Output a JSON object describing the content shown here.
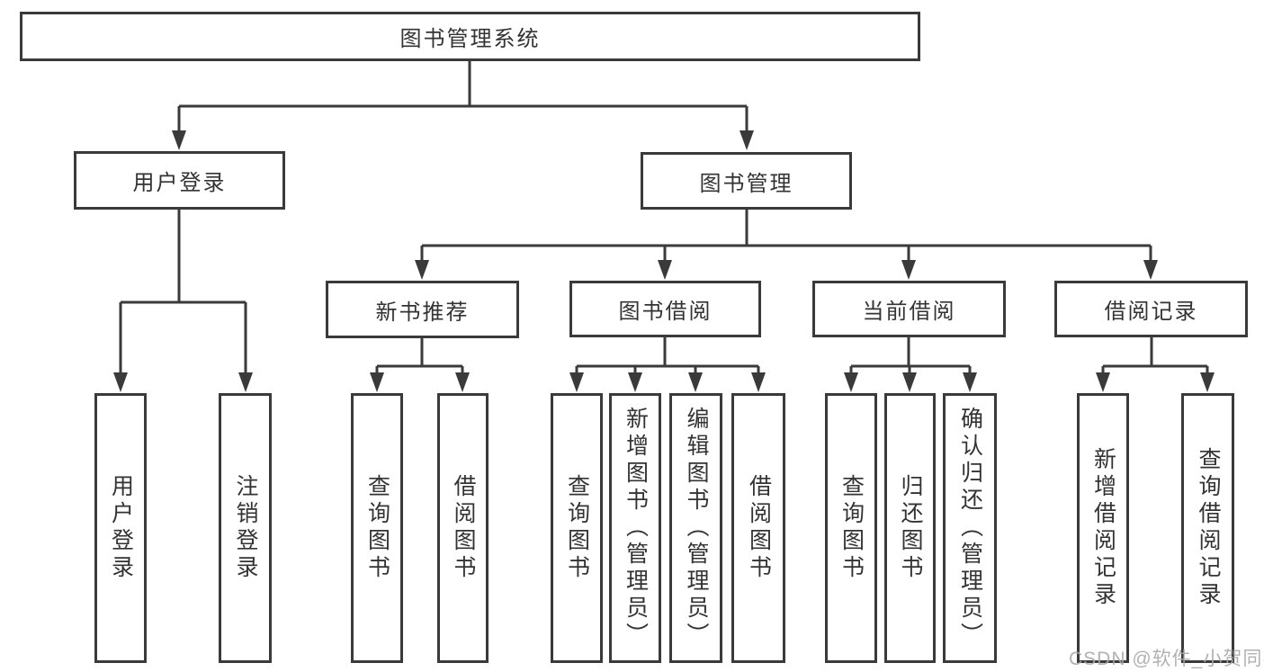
{
  "diagram": {
    "root": {
      "label": "图书管理系统"
    },
    "branches": [
      {
        "label": "用户登录",
        "children": [
          {
            "label": "用户登录"
          },
          {
            "label": "注销登录"
          }
        ]
      },
      {
        "label": "图书管理",
        "children": [
          {
            "label": "新书推荐",
            "children": [
              {
                "label": "查询图书"
              },
              {
                "label": "借阅图书"
              }
            ]
          },
          {
            "label": "图书借阅",
            "children": [
              {
                "label": "查询图书"
              },
              {
                "label": "新增图书（管理员）"
              },
              {
                "label": "编辑图书（管理员）"
              },
              {
                "label": "借阅图书"
              }
            ]
          },
          {
            "label": "当前借阅",
            "children": [
              {
                "label": "查询图书"
              },
              {
                "label": "归还图书"
              },
              {
                "label": "确认归还（管理员）"
              }
            ]
          },
          {
            "label": "借阅记录",
            "children": [
              {
                "label": "新增借阅记录"
              },
              {
                "label": "查询借阅记录"
              }
            ]
          }
        ]
      }
    ],
    "colors": {
      "line": "#3a3a3a",
      "text": "#333333",
      "background": "#ffffff",
      "watermark": "#a8a8a8"
    },
    "watermark": "CSDN @软件_小贺同学"
  }
}
